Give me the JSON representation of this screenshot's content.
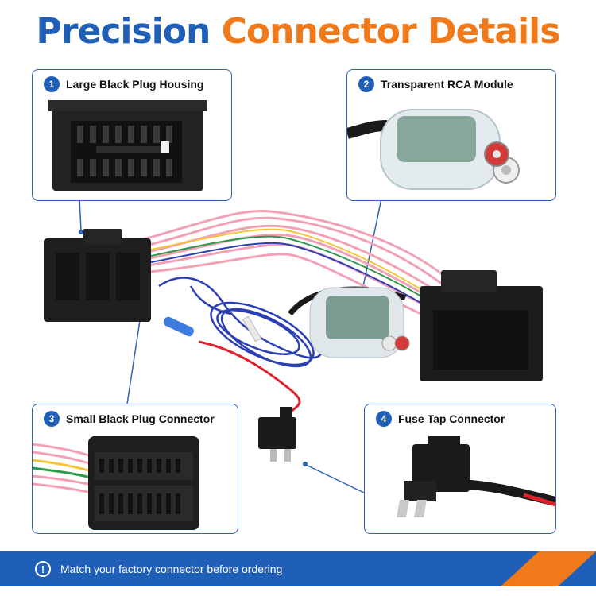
{
  "title": {
    "part1": "Precision",
    "part2": "Connector Details"
  },
  "callouts": [
    {
      "number": "1",
      "label": "Large Black Plug Housing"
    },
    {
      "number": "2",
      "label": "Transparent RCA Module"
    },
    {
      "number": "3",
      "label": "Small Black Plug Connector"
    },
    {
      "number": "4",
      "label": "Fuse Tap Connector"
    }
  ],
  "footer": {
    "message": "Match your factory connector before ordering",
    "icon": "info-icon"
  },
  "colors": {
    "blue": "#1f5fb8",
    "orange": "#f07a1a",
    "wire_pink": "#f2a0b4",
    "wire_blue": "#2b3fb5",
    "wire_red": "#e0202a"
  }
}
